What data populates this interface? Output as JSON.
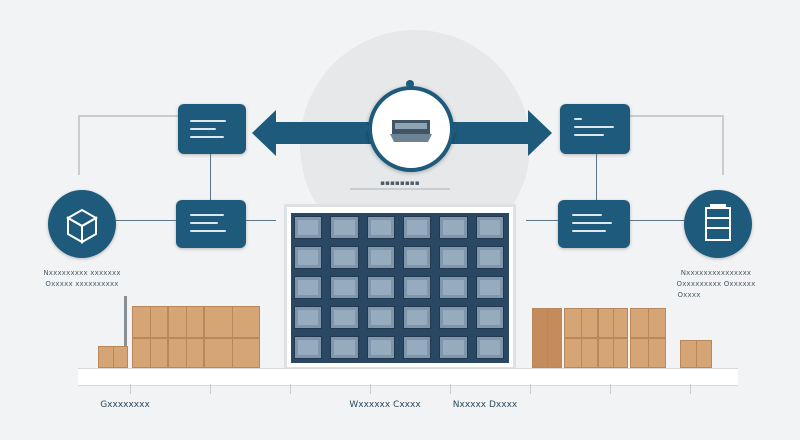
{
  "diagram": {
    "colors": {
      "node": "#1d5a7c",
      "arrow": "#1d5a7c",
      "box": "#d5a576",
      "rack": "#2a4763"
    },
    "hub": {
      "icon": "conveyor-machine-icon",
      "caption": "▪▪▪▪▪▪▪▪"
    },
    "left_circle": {
      "icon": "open-box-icon"
    },
    "right_circle": {
      "icon": "shelving-rack-icon"
    },
    "captions": {
      "left_top": "Nxxxxxxxxx xxxxxxx",
      "left_bottom": "Oxxxxx xxxxxxxxxx",
      "right_top": "Nxxxxxxxxxxxxxxx",
      "right_bottom": "Oxxxxxxxxx Oxxxxxx",
      "right_extra": "Oxxxx"
    },
    "bottom_labels": {
      "left": "Gxxxxxxxx",
      "center": "Wxxxxxx Cxxxx",
      "right": "Nxxxxx Dxxxx"
    }
  }
}
